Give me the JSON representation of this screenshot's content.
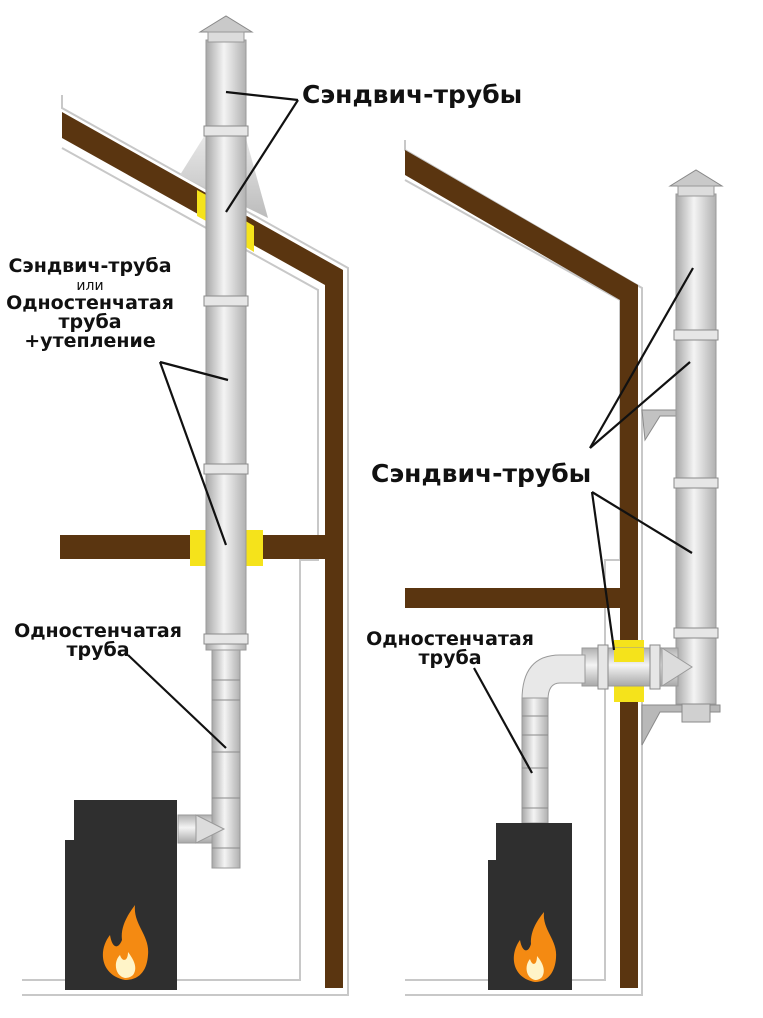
{
  "labels": {
    "sandwich_top": "Сэндвич-трубы",
    "sandwich_or_1": "Сэндвич-труба",
    "sandwich_or_2": "или",
    "sandwich_or_3": "Одностенчатая",
    "sandwich_or_4": "труба",
    "sandwich_or_5": "+утепление",
    "single_left_1": "Одностенчатая",
    "single_left_2": "труба",
    "sandwich_right": "Сэндвич-трубы",
    "single_right_1": "Одностенчатая",
    "single_right_2": "труба"
  },
  "colors": {
    "wood": "#5a3510",
    "insulation": "#f5e31b",
    "stove": "#2f2f2f",
    "flame_outer": "#f48a12",
    "flame_inner": "#fff4c8",
    "pipe_light": "#f2f2f2",
    "pipe_dark": "#a9a9a9",
    "outline": "#bdbdbd"
  }
}
